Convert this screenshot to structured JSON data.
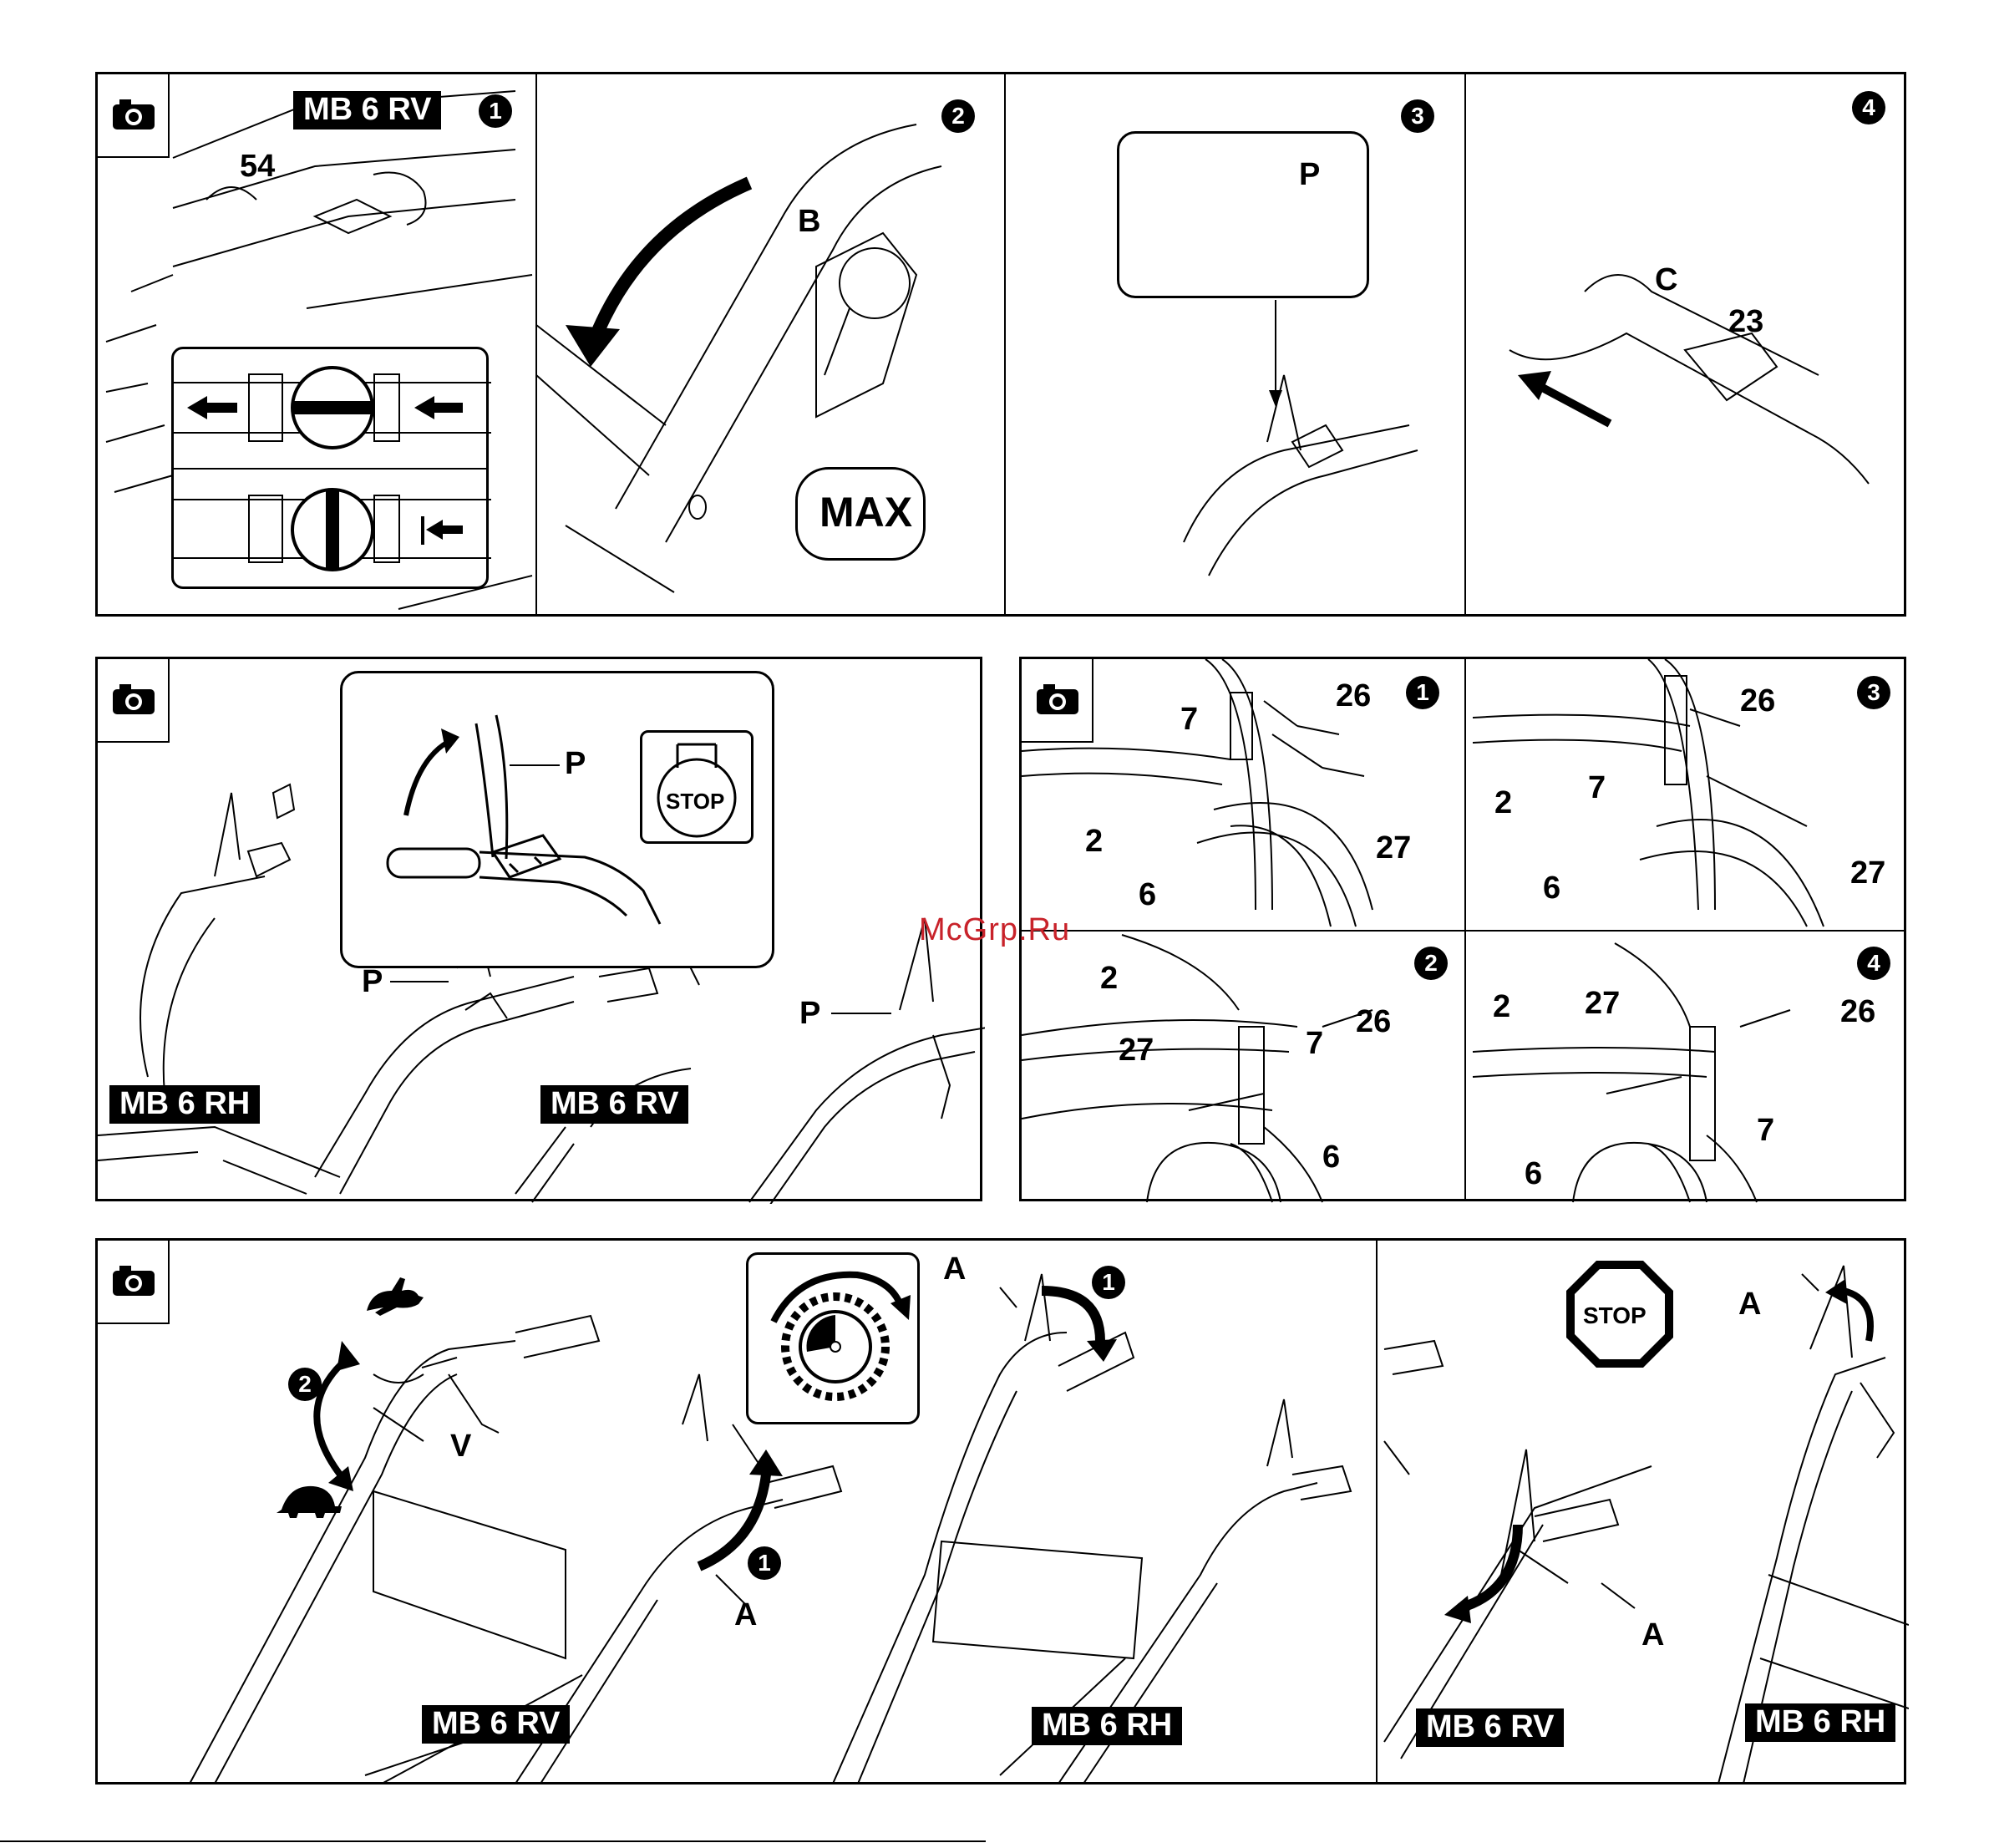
{
  "panel1": {
    "model": "MB 6 RV",
    "steps": [
      "1",
      "2",
      "3",
      "4"
    ],
    "labels": {
      "part54": "54",
      "B": "B",
      "P": "P",
      "C": "C",
      "part23": "23"
    },
    "max_text": "MAX"
  },
  "panel2": {
    "labels": {
      "P1": "P",
      "P2": "P",
      "P3": "P"
    },
    "stop_text": "STOP",
    "models": [
      "MB 6 RH",
      "MB 6 RV"
    ]
  },
  "panel3": {
    "steps": [
      "1",
      "3",
      "2",
      "4"
    ],
    "q1": {
      "l7": "7",
      "l26": "26",
      "l2": "2",
      "l27": "27",
      "l6": "6"
    },
    "q3": {
      "l26": "26",
      "l2": "2",
      "l7": "7",
      "l6": "6",
      "l27": "27"
    },
    "q2": {
      "l2": "2",
      "l7": "7",
      "l26": "26",
      "l27": "27",
      "l6": "6"
    },
    "q4": {
      "l2": "2",
      "l27": "27",
      "l26": "26",
      "l7": "7",
      "l6": "6"
    }
  },
  "panel4": {
    "labels": {
      "step2": "2",
      "V": "V",
      "A1": "A",
      "step1a": "1",
      "A2": "A",
      "step1b": "1",
      "A3": "A",
      "A4": "A"
    },
    "models": [
      "MB 6 RV",
      "MB 6 RH",
      "MB 6 RV",
      "MB 6 RH"
    ],
    "stop_text": "STOP"
  },
  "watermark": "McGrp.Ru",
  "icons": [
    "camera-icon",
    "rabbit-icon",
    "turtle-icon",
    "stop-octagon-icon",
    "rotary-knob-icon"
  ]
}
